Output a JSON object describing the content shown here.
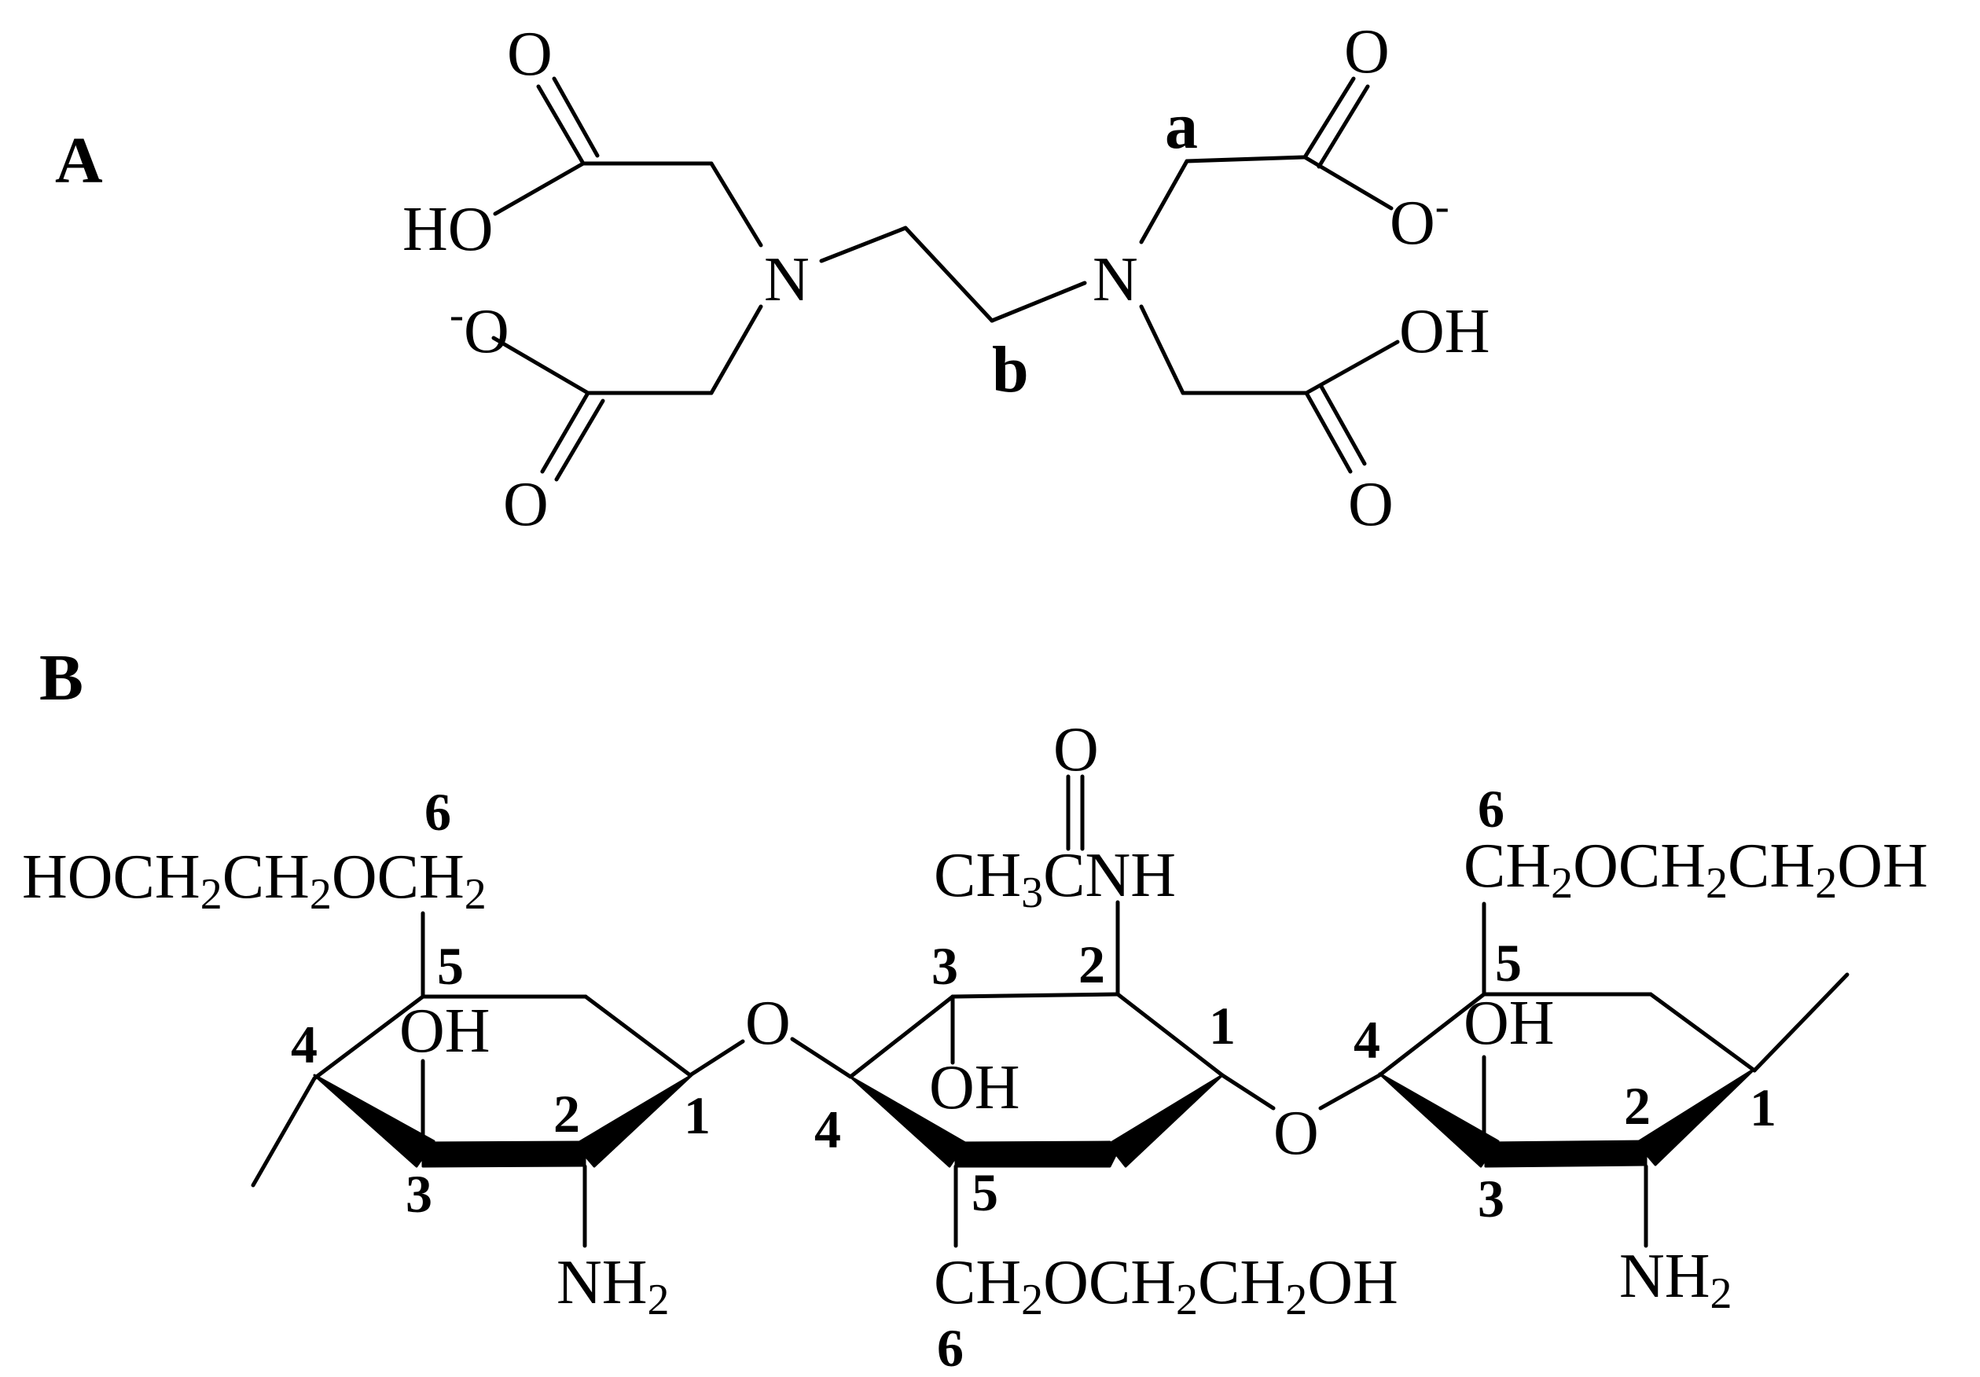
{
  "figure": {
    "panel_a": {
      "label": "A",
      "atoms": {
        "o_top_left": "O",
        "ho_left": "HO",
        "n_left": "N",
        "o_minus_left": "O",
        "o_minus_left_charge": "-",
        "o_bottom_left": "O",
        "o_top_right": "O",
        "o_minus_right": "O",
        "o_minus_right_charge": "-",
        "n_right": "N",
        "oh_right": "OH",
        "o_bottom_right": "O"
      },
      "labels": {
        "a": "a",
        "b": "b"
      }
    },
    "panel_b": {
      "label": "B",
      "ring1": {
        "substituent_6_parts": [
          "HOCH",
          "2",
          "CH",
          "2",
          "OCH",
          "2"
        ],
        "c6": "6",
        "c5": "5",
        "c4": "4",
        "c3": "3",
        "c2": "2",
        "c1": "1",
        "oh": "OH",
        "nh2": [
          "NH",
          "2"
        ]
      },
      "glycosidic_o_left": "O",
      "ring2": {
        "carbonyl_o": "O",
        "acetamido_parts": [
          "CH",
          "3",
          "CNH"
        ],
        "c3": "3",
        "c2": "2",
        "c1": "1",
        "c4": "4",
        "c5": "5",
        "c6": "6",
        "oh": "OH",
        "substituent_6_parts": [
          "CH",
          "2",
          "OCH",
          "2",
          "CH",
          "2",
          "OH"
        ]
      },
      "glycosidic_o_right": "O",
      "ring3": {
        "substituent_6_parts": [
          "CH",
          "2",
          "OCH",
          "2",
          "CH",
          "2",
          "OH"
        ],
        "c6": "6",
        "c5": "5",
        "c4": "4",
        "c3": "3",
        "c2": "2",
        "c1": "1",
        "oh": "OH",
        "nh2": [
          "NH",
          "2"
        ]
      }
    }
  }
}
